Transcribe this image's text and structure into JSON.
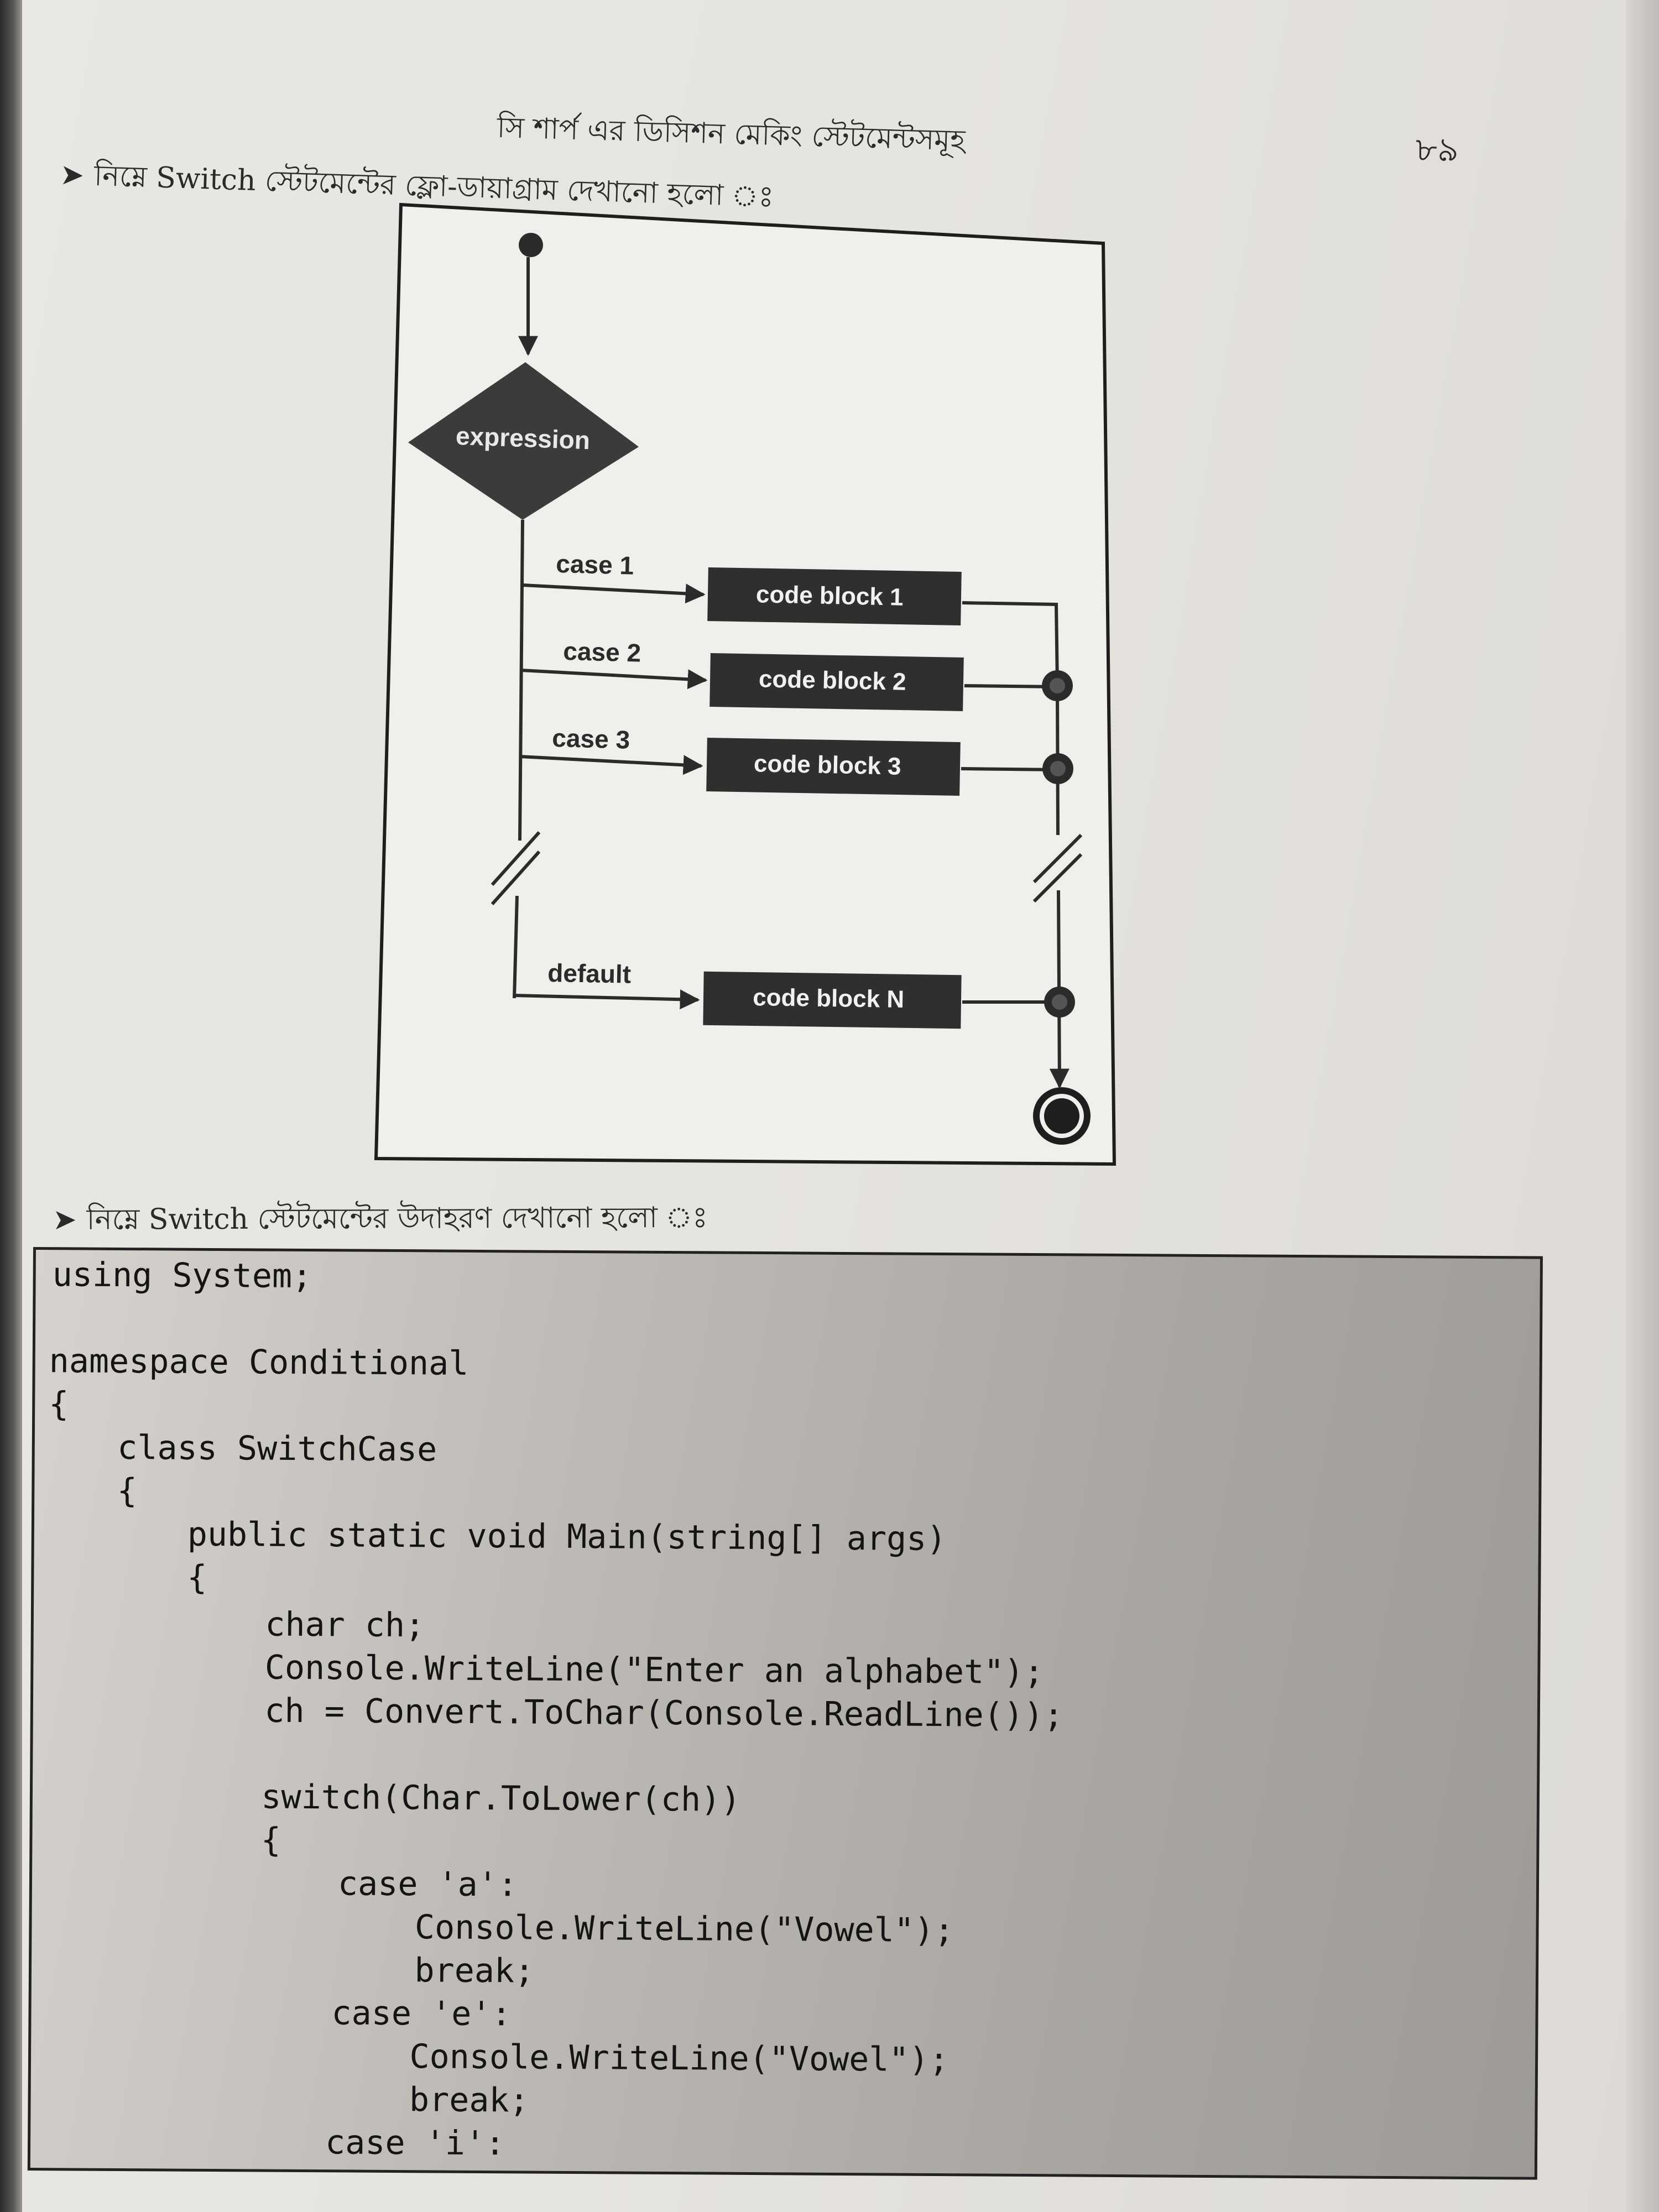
{
  "header": {
    "title": "সি শার্প এর ডিসিশন মেকিং স্টেটমেন্টসমূহ",
    "page_number": "৮৯"
  },
  "section1": {
    "bullet_icon": "arrow-bullet-icon",
    "text": "নিম্নে Switch স্টেটমেন্টের ফ্লো-ডায়াগ্রাম দেখানো হলো ঃ"
  },
  "flowchart": {
    "decision_label": "expression",
    "cases": [
      {
        "case_label": "case 1",
        "block_label": "code block 1"
      },
      {
        "case_label": "case 2",
        "block_label": "code block 2"
      },
      {
        "case_label": "case 3",
        "block_label": "code block 3"
      },
      {
        "case_label": "default",
        "block_label": "code block N"
      }
    ]
  },
  "section2": {
    "bullet_icon": "arrow-bullet-icon",
    "text": "নিম্নে Switch স্টেটমেন্টের উদাহরণ দেখানো হলো ঃ"
  },
  "code": {
    "lines": [
      "using System;",
      "",
      "namespace Conditional",
      "{",
      "    class SwitchCase",
      "    {",
      "        public static void Main(string[] args)",
      "        {",
      "            char ch;",
      "            Console.WriteLine(\"Enter an alphabet\");",
      "            ch = Convert.ToChar(Console.ReadLine());",
      "",
      "            switch(Char.ToLower(ch))",
      "            {",
      "                case 'a':",
      "                    Console.WriteLine(\"Vowel\");",
      "                    break;",
      "                case 'e':",
      "                    Console.WriteLine(\"Vowel\");",
      "                    break;",
      "                case 'i':"
    ]
  }
}
